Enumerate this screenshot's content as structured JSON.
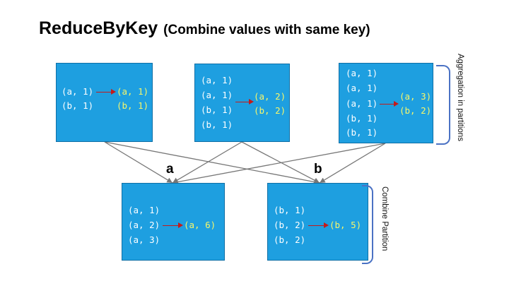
{
  "title": {
    "main": "ReduceByKey",
    "sub": "(Combine values with same key)"
  },
  "partitions": [
    {
      "inputs": [
        "(a, 1)",
        "(b, 1)"
      ],
      "outputs": [
        "(a, 1)",
        "(b, 1)"
      ]
    },
    {
      "inputs": [
        "(a, 1)",
        "(a, 1)",
        "(b, 1)",
        "(b, 1)"
      ],
      "outputs": [
        "(a, 2)",
        "(b, 2)"
      ]
    },
    {
      "inputs": [
        "(a, 1)",
        "(a, 1)",
        "(a, 1)",
        "(b, 1)",
        "(b, 1)"
      ],
      "outputs": [
        "(a, 3)",
        "(b, 2)"
      ]
    }
  ],
  "combined": [
    {
      "key": "a",
      "inputs": [
        "(a, 1)",
        "(a, 2)",
        "(a, 3)"
      ],
      "output": "(a, 6)"
    },
    {
      "key": "b",
      "inputs": [
        "(b, 1)",
        "(b, 2)",
        "(b, 2)"
      ],
      "output": "(b, 5)"
    }
  ],
  "labels": {
    "aggregation": "Aggregation in partitions",
    "combine": "Combine Partition"
  },
  "colors": {
    "box": "#1e9fe0",
    "result_text": "#f7f76a",
    "arrow": "#c41a1a",
    "bracket": "#4b72c4",
    "shuffle_lines": "#777777"
  }
}
